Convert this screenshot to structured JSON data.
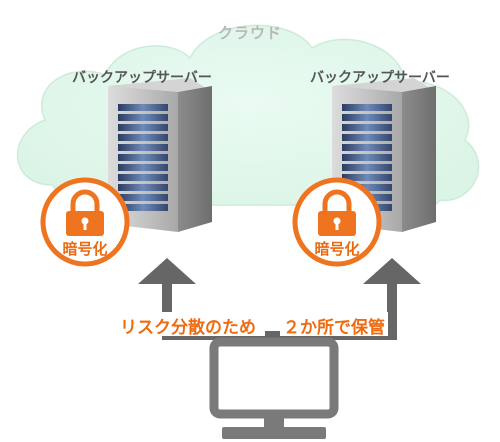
{
  "cloud": {
    "label": "クラウド",
    "fill": "#e5f8ee",
    "stroke": "#cfe9d9"
  },
  "servers": [
    {
      "label": "バックアップサーバー"
    },
    {
      "label": "バックアップサーバー"
    }
  ],
  "locks": [
    {
      "label": "暗号化"
    },
    {
      "label": "暗号化"
    }
  ],
  "captions": {
    "left": "リスク分散のため",
    "right": "２か所で保管"
  },
  "colors": {
    "accent": "#ef7420",
    "arrow": "#666666",
    "monitor": "#7a7a7a",
    "server_body": "#b9b9b9"
  }
}
